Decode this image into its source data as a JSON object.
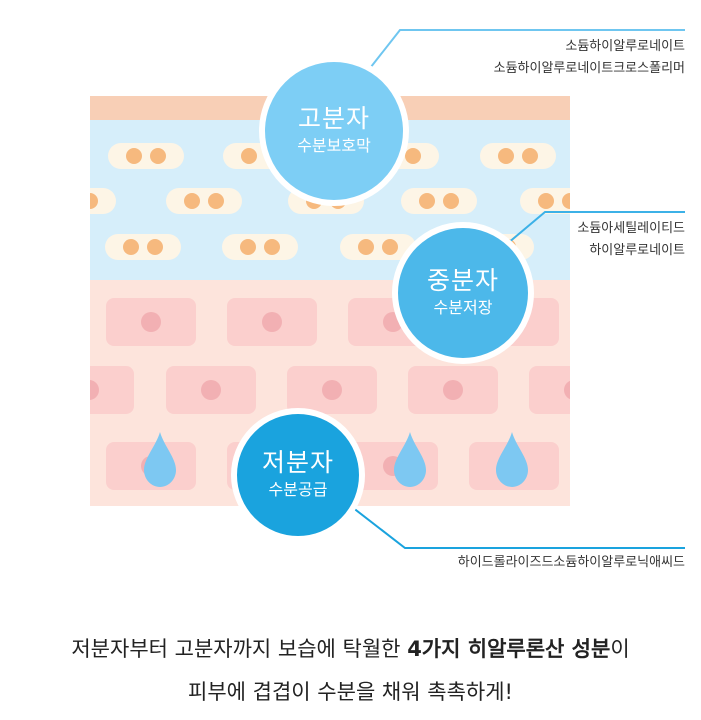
{
  "layers": {
    "high": {
      "title": "고분자",
      "subtitle": "수분보호막",
      "ingredients": [
        "소듐하이알루로네이트",
        "소듐하이알루로네이트크로스폴리머"
      ]
    },
    "mid": {
      "title": "중분자",
      "subtitle": "수분저장",
      "ingredients": [
        "소듐아세틸레이티드",
        "하이알루로네이트"
      ]
    },
    "low": {
      "title": "저분자",
      "subtitle": "수분공급",
      "ingredients": [
        "하이드롤라이즈드소듐하이알루로닉애씨드"
      ]
    }
  },
  "caption": {
    "line1_pre": "저분자부터 고분자까지 보습에 탁월한 ",
    "line1_bold": "4가지 히알루론산 성분",
    "line1_post": "이",
    "line2": "피부에 겹겹이 수분을 채워 촉촉하게!"
  },
  "colors": {
    "high": "#7dcef5",
    "mid": "#4cb8ea",
    "low": "#1aa3de",
    "skin_top": "#f8cfb6",
    "cell_layer": "#d6eefa",
    "dermis": "#fde4dc",
    "cell_fill": "#fbcfcd",
    "nucleus": "#f2b0b3",
    "drop": "#7dc8f2"
  }
}
